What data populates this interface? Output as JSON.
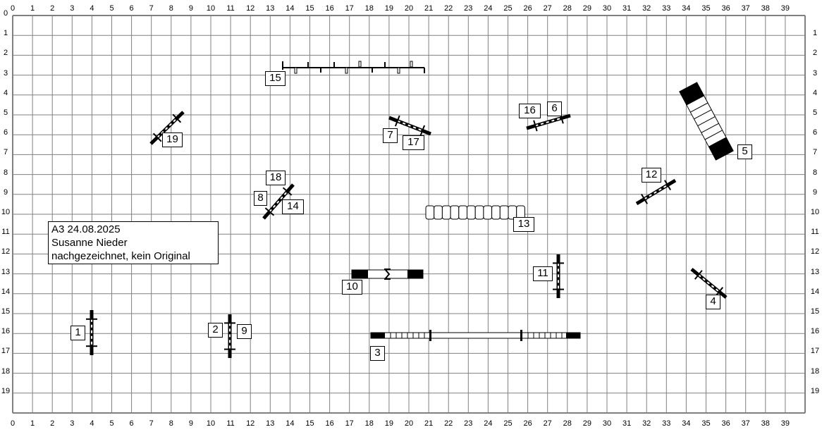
{
  "axes": {
    "top": [
      "0",
      "1",
      "2",
      "3",
      "4",
      "5",
      "6",
      "7",
      "8",
      "9",
      "10",
      "11",
      "12",
      "13",
      "14",
      "15",
      "16",
      "17",
      "18",
      "19",
      "20",
      "21",
      "22",
      "23",
      "24",
      "25",
      "26",
      "27",
      "28",
      "29",
      "30",
      "31",
      "32",
      "33",
      "34",
      "35",
      "36",
      "37",
      "38",
      "39"
    ],
    "left": [
      "0",
      "1",
      "2",
      "3",
      "4",
      "5",
      "6",
      "7",
      "8",
      "9",
      "10",
      "11",
      "12",
      "13",
      "14",
      "15",
      "16",
      "17",
      "18",
      "19"
    ],
    "right": [
      "1",
      "2",
      "3",
      "4",
      "5",
      "6",
      "7",
      "8",
      "9",
      "10",
      "11",
      "12",
      "13",
      "14",
      "15",
      "16",
      "17",
      "18",
      "19"
    ]
  },
  "info": {
    "line1": "A3 24.08.2025",
    "line2": "Susanne Nieder",
    "line3": "nachgezeichnet, kein Original"
  },
  "labels": {
    "n1": "1",
    "n2": "2",
    "n3": "3",
    "n4": "4",
    "n5": "5",
    "n6": "6",
    "n7": "7",
    "n8": "8",
    "n9": "9",
    "n10": "10",
    "n11": "11",
    "n12": "12",
    "n13": "13",
    "n14": "14",
    "n15": "15",
    "n16": "16",
    "n17": "17",
    "n18": "18",
    "n19": "19"
  },
  "colors": {
    "grid": "#808080",
    "obstacle": "#000000"
  }
}
